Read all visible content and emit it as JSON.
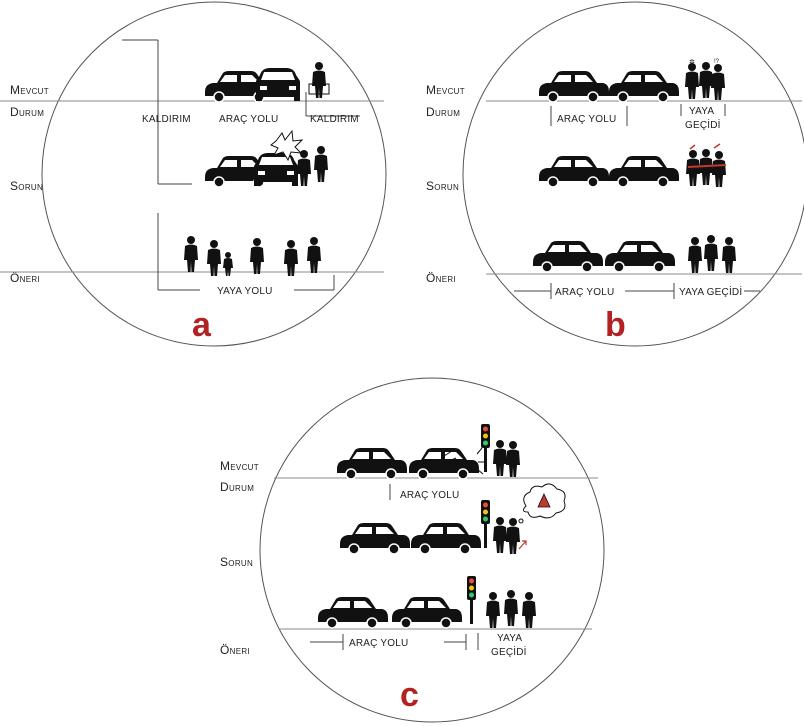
{
  "colors": {
    "accent": "#b22222",
    "ink": "#111111",
    "red_mark": "#c0392b"
  },
  "rows": {
    "mevcut_line1": "Mevcut",
    "mevcut_line2": "Durum",
    "sorun": "Sorun",
    "oneri": "Öneri"
  },
  "panels": {
    "a": {
      "letter": "a",
      "labels": {
        "kaldirim_left": "KALDIRIM",
        "arac_yolu": "ARAÇ YOLU",
        "kaldirim_right": "KALDIRIM",
        "yaya_yolu": "YAYA YOLU"
      }
    },
    "b": {
      "letter": "b",
      "labels": {
        "arac_yolu_top": "ARAÇ YOLU",
        "yaya_top_1": "YAYA",
        "yaya_top_2": "GEÇİDİ",
        "arac_yolu_bottom": "ARAÇ YOLU",
        "yaya_gecidi_bottom": "YAYA GEÇİDİ"
      }
    },
    "c": {
      "letter": "c",
      "labels": {
        "arac_yolu_top": "ARAÇ YOLU",
        "arac_yolu_bottom": "ARAÇ YOLU",
        "yaya_bottom_1": "YAYA",
        "yaya_bottom_2": "GEÇİDİ"
      }
    }
  }
}
